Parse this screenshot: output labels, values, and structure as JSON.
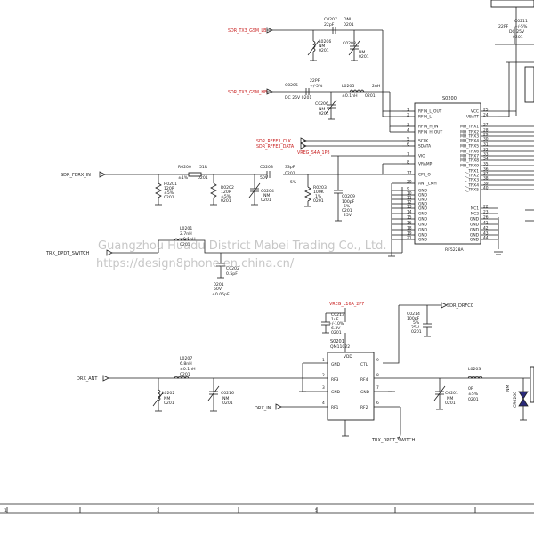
{
  "nets": {
    "sdr_tx3_gsm_lb": "SDR_TX3_GSM_LB",
    "sdr_tx3_gsm_hb": "SDR_TX3_GSM_HB",
    "sdr_rffe3_clk": "SDR_RFFE3_CLK",
    "sdr_rffe3_data": "SDR_RFFE3_DATA",
    "vreg_s4a": "VREG_S4A_1P8",
    "sdr_fbrx_in": "SDR_FBRX_IN",
    "trx_dpdt_switch": "TRX_DPDT_SWITCH",
    "vreg_l16a": "VREG_L16A_2P7",
    "sdr_drfc": "SDR_DRFC0",
    "drx_ant": "DRX_ANT",
    "drx_in": "DRX_IN",
    "trx_dpdt_switch_2": "TRX_DPDT_SWITCH"
  },
  "watermark": {
    "line1": "Guangzhou Huadu District Mabei Trading Co., Ltd.",
    "line2": "https://design8phone.en.china.cn/"
  },
  "parts": {
    "c0207": {
      "ref": "C0207",
      "v1": "DNI",
      "v2": "22pF",
      "v3": "0201"
    },
    "l0206": {
      "ref": "L0206",
      "v1": "NM",
      "v2": "0201"
    },
    "c0208": {
      "ref": "C0208",
      "v1": "NM",
      "v2": "0201"
    },
    "c0205": {
      "ref": "C0205",
      "v1": "22PF",
      "v2": "+/-5%",
      "v3": "DC 25V 0201"
    },
    "l0205": {
      "ref": "L0205",
      "v1": "2nH",
      "v2": "±0.1nH",
      "v3": "0201"
    },
    "c0206": {
      "ref": "C0206",
      "v1": "NM",
      "v2": "0201"
    },
    "u0200": {
      "ref": "S0200",
      "name": "RF5228A"
    },
    "c0211": {
      "ref": "C0211",
      "v1": "22PF",
      "v2": "+/-5%",
      "v3": "DC 25V",
      "v4": "0201"
    },
    "r0200": {
      "ref": "R0200",
      "v1": "51R",
      "v2": "±1%",
      "v3": "0201"
    },
    "r0201": {
      "ref": "R0201",
      "v1": "120R",
      "v2": "±5%",
      "v3": "0201"
    },
    "r0202": {
      "ref": "R0202",
      "v1": "120R",
      "v2": "±5%",
      "v3": "0201"
    },
    "c0203": {
      "ref": "C0203",
      "v1": "33pF",
      "v2": "50V",
      "v3": "5%",
      "v4": "0201"
    },
    "c0204": {
      "ref": "C0204",
      "v1": "NM",
      "v2": "0201"
    },
    "r0203": {
      "ref": "R0203",
      "v1": "100K",
      "v2": "1%",
      "v3": "0201"
    },
    "c0209": {
      "ref": "C0209",
      "v1": "100pF",
      "v2": "5%",
      "v3": "0201",
      "v4": "25V"
    },
    "l0201": {
      "ref": "L0201",
      "v1": "2.7nH",
      "v2": "±0.1nH",
      "v3": "0201"
    },
    "c0202": {
      "ref": "C0202",
      "v1": "0.5pF",
      "v2": "0201",
      "v3": "50V",
      "v4": "±0.05pF"
    },
    "c0213": {
      "ref": "C0213",
      "v1": "1uF",
      "v2": "+/-10%",
      "v3": "6.3V",
      "v4": "0201"
    },
    "c0214": {
      "ref": "C0214",
      "v1": "100pF",
      "v2": "5%",
      "v3": "25V",
      "v4": "0201"
    },
    "u0201": {
      "ref": "S0201",
      "name": "QM11022"
    },
    "l0207": {
      "ref": "L0207",
      "v1": "6.8nH",
      "v2": "±0.1nH",
      "v3": "0201"
    },
    "l0202": {
      "ref": "L0202",
      "v1": "NM",
      "v2": "0201"
    },
    "c0216": {
      "ref": "C0216",
      "v1": "NM",
      "v2": "0201"
    },
    "l0203": {
      "ref": "L0203",
      "v1": "0R",
      "v2": "±5%",
      "v3": "0201"
    },
    "c0201": {
      "ref": "C0201",
      "v1": "NM",
      "v2": "0201"
    },
    "cr0200": {
      "ref": "CR0200",
      "v1": "NM"
    }
  },
  "u0200_pins_left": [
    "RFIN_L_OUT",
    "RFIN_L",
    "RFIN_H_IN",
    "RFIN_H_OUT",
    "SCLK",
    "SDATA",
    "VIO",
    "VRAMP",
    "CPL_O",
    "ANT_LMH",
    "GND",
    "GND",
    "GND",
    "GND",
    "GND",
    "GND",
    "GND",
    "GND",
    "GND",
    "GND",
    "GND"
  ],
  "u0200_pinnums_left": [
    "1",
    "2",
    "3",
    "4",
    "5",
    "6",
    "7",
    "8",
    "17",
    "20",
    "9",
    "10",
    "11",
    "12",
    "13",
    "14",
    "15",
    "16",
    "18",
    "19",
    "21"
  ],
  "u0200_pins_right": [
    "VCC",
    "VBATT",
    "MH_TRX1",
    "MH_TRX2",
    "MH_TRX3",
    "MH_TRX4",
    "MH_TRX5",
    "MH_TRX6",
    "MH_TRX7",
    "MH_TRX8",
    "MH_TRX9",
    "L_TRX1",
    "L_TRX2",
    "L_TRX3",
    "L_TRX4",
    "L_TRX5",
    "NC1",
    "NC2",
    "GND",
    "GND",
    "GND",
    "GND",
    "GND"
  ],
  "u0201_pins": {
    "left": [
      "GND",
      "RF3",
      "GND",
      "RF1"
    ],
    "right": [
      "CTL",
      "RF4",
      "GND",
      "RF2"
    ],
    "top": "VDD",
    "lnums": [
      "1",
      "2",
      "3",
      "4"
    ],
    "rnums": [
      "9",
      "8",
      "7",
      "6"
    ]
  },
  "u0200_right_nums": [
    "25",
    "24",
    "27",
    "28",
    "29",
    "30",
    "31",
    "32",
    "33",
    "34",
    "35",
    "36",
    "37",
    "38",
    "39",
    "40",
    "22",
    "23",
    "26",
    "41",
    "42",
    "43",
    "44"
  ],
  "frame_marks": [
    "1",
    "2",
    "3",
    "4",
    "5",
    "6"
  ]
}
